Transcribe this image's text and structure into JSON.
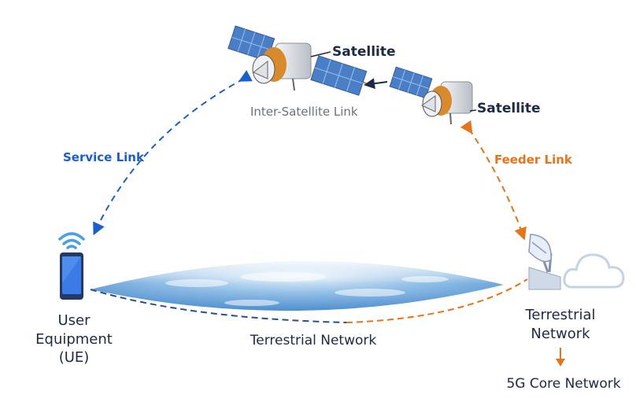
{
  "labels": {
    "satellite_1": "Satellite",
    "satellite_2": "Satellite",
    "inter_satellite_link": "Inter-Satellite Link",
    "service_link": "Service Link",
    "feeder_link": "Feeder Link",
    "ue_line1": "User",
    "ue_line2": "Equipment",
    "ue_line3": "(UE)",
    "terrestrial_network_center": "Terrestrial Network",
    "terrestrial_network_right_line1": "Terrestrial",
    "terrestrial_network_right_line2": "Network",
    "core_network": "5G Core Network"
  },
  "colors": {
    "service_link": "#1a5fd0",
    "feeder_link": "#e8731a",
    "text_dark": "#1d2a44",
    "text_gray": "#6b7280",
    "panel": "#4a7fc8",
    "satellite_band": "#d98a2b"
  },
  "icons": [
    "satellite-icon",
    "smartphone-icon",
    "wifi-icon",
    "earth-icon",
    "satellite-dish-icon",
    "cloud-icon"
  ]
}
